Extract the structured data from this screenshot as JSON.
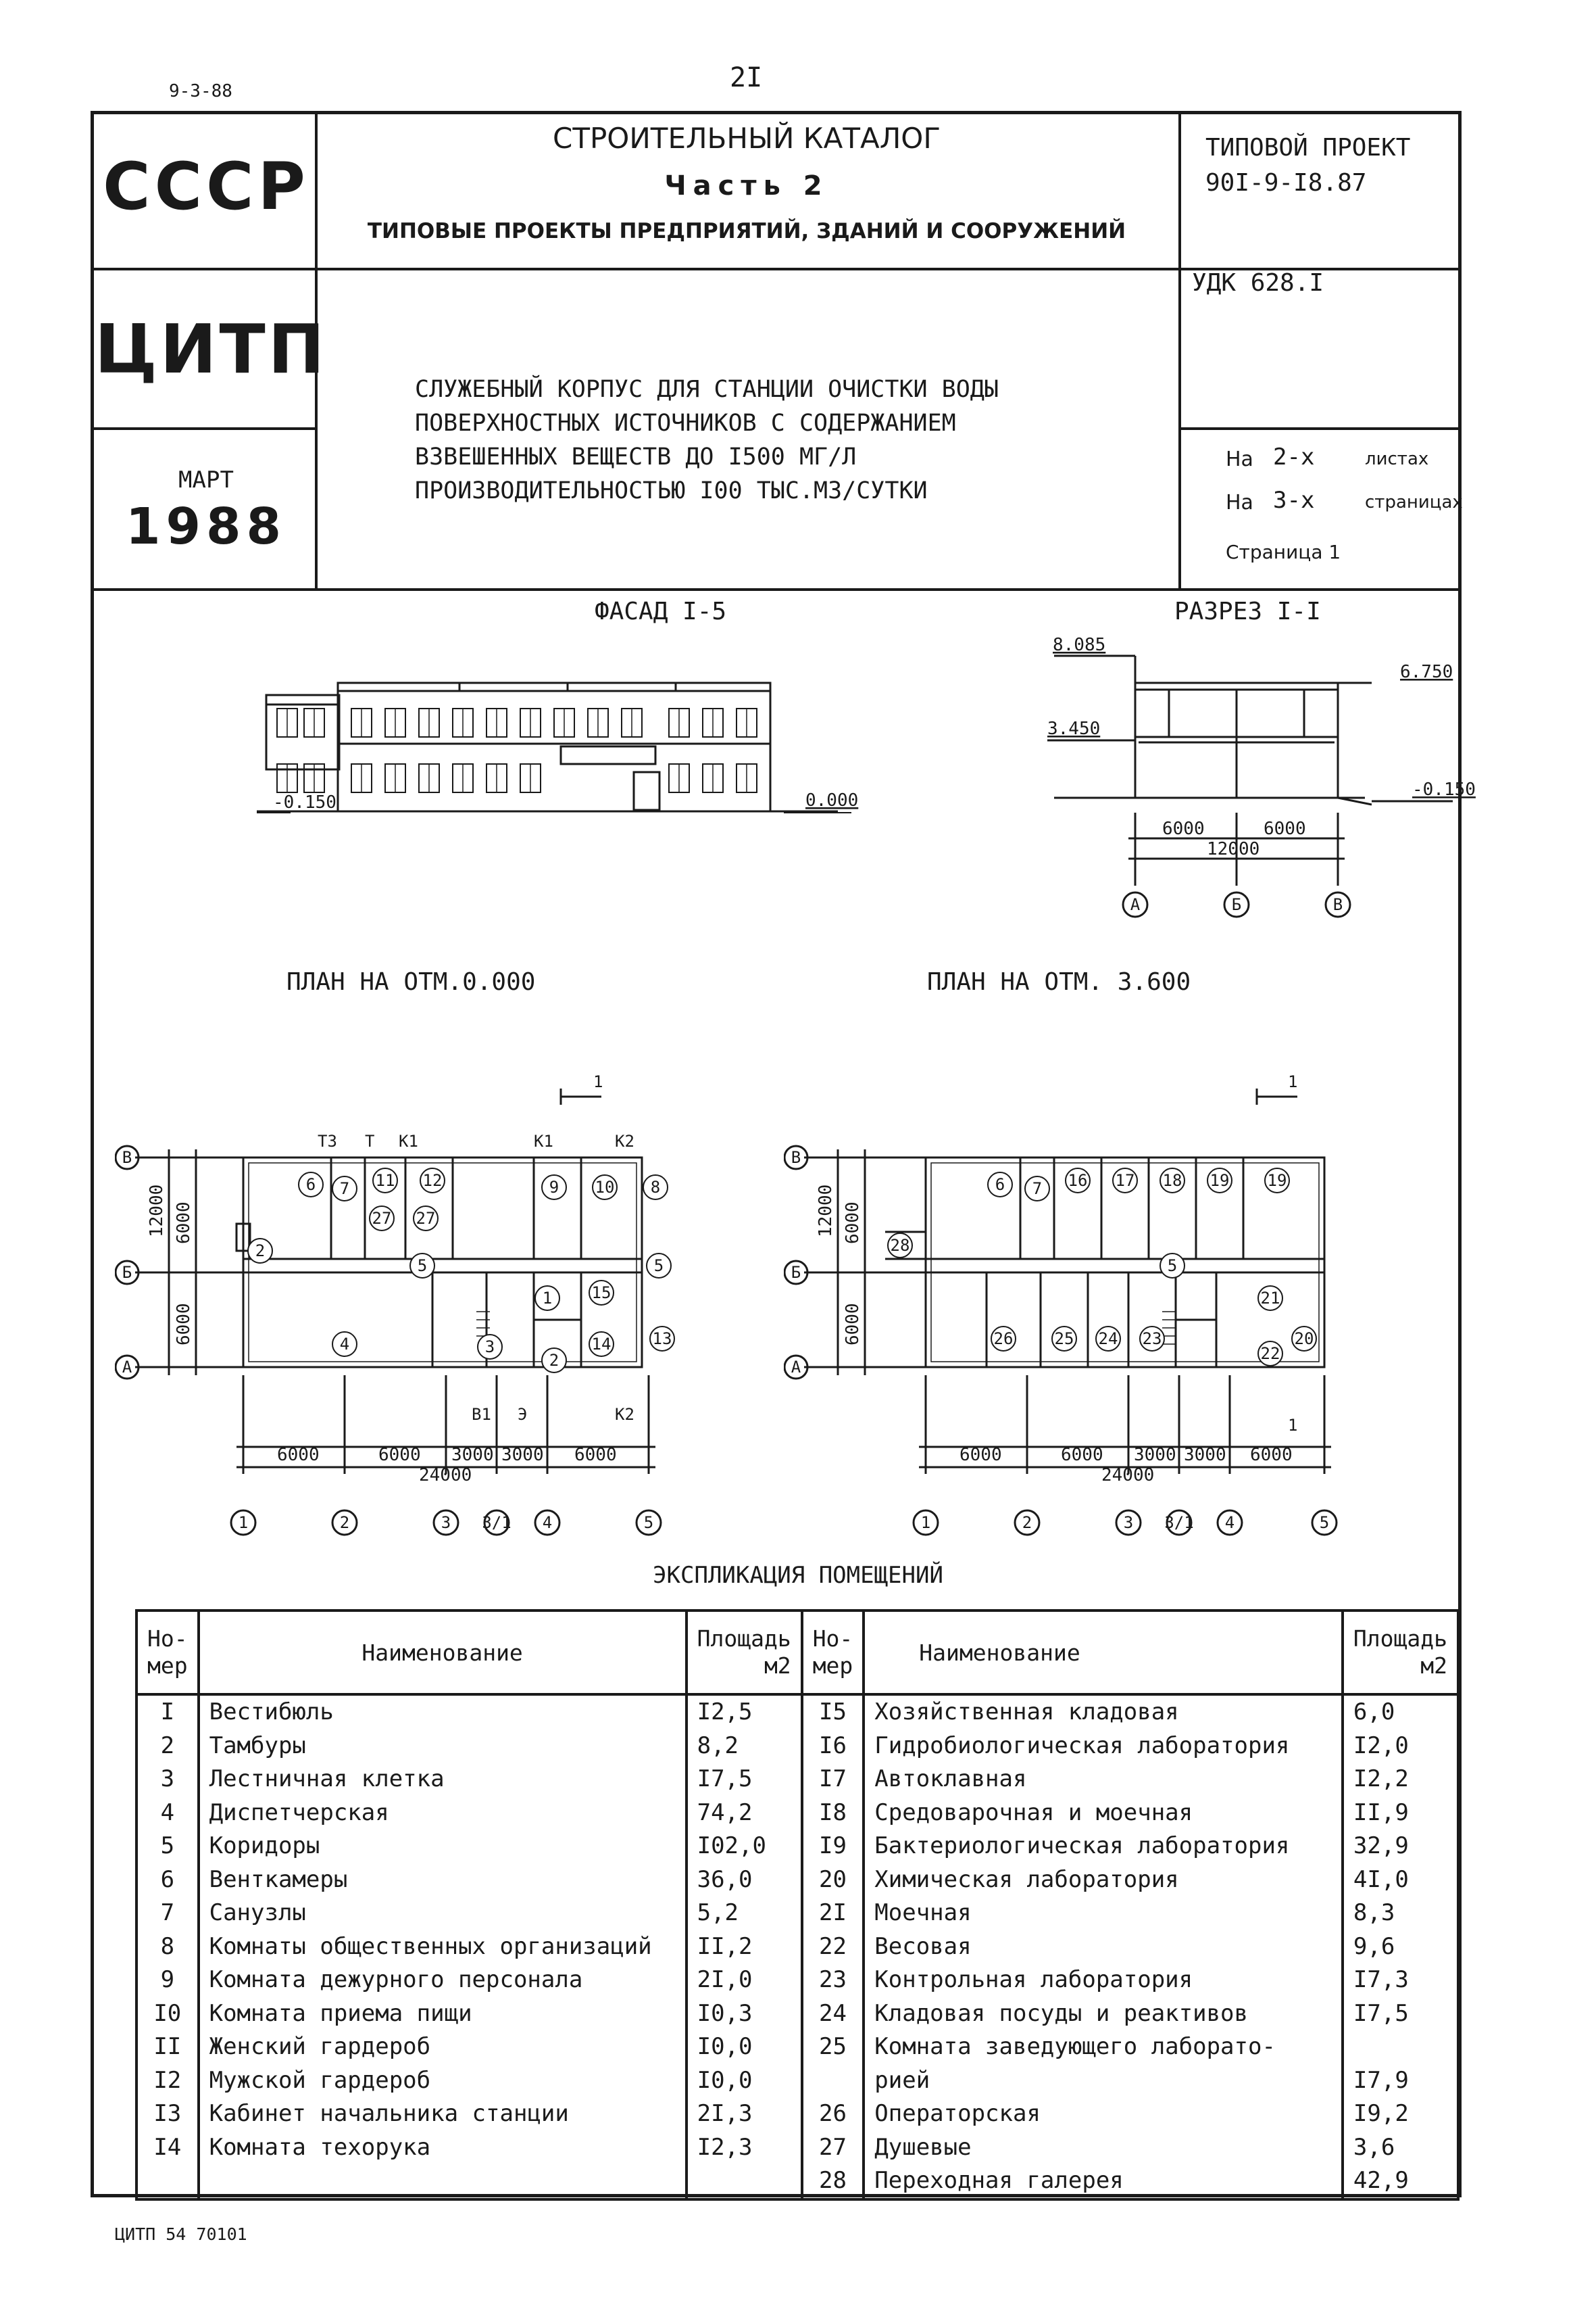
{
  "page": {
    "number": "2I",
    "date_mark": "9-3-88",
    "footer_code": "ЦИТП 54 70101"
  },
  "stamp": {
    "country": "СССР",
    "org": "ЦИТП",
    "month": "МАРТ",
    "year": "1988"
  },
  "catalog": {
    "title": "СТРОИТЕЛЬНЫЙ КАТАЛОГ",
    "part": "Часть 2",
    "subtitle": "ТИПОВЫЕ ПРОЕКТЫ ПРЕДПРИЯТИЙ, ЗДАНИЙ И СООРУЖЕНИЙ"
  },
  "project": {
    "label": "ТИПОВОЙ ПРОЕКТ",
    "code": "90I-9-I8.87",
    "udk": "УДК 628.I"
  },
  "description": [
    "СЛУЖЕБНЫЙ КОРПУС ДЛЯ СТАНЦИИ ОЧИСТКИ ВОДЫ",
    "ПОВЕРХНОСТНЫХ ИСТОЧНИКОВ С СОДЕРЖАНИЕМ",
    "ВЗВЕШЕННЫХ ВЕЩЕСТВ ДО I500 МГ/Л",
    "ПРОИЗВОДИТЕЛЬНОСТЬЮ I00 ТЫС.М3/СУТКИ"
  ],
  "sheets": {
    "on": "На",
    "sheets_count": "2-х",
    "sheets_word": "листах",
    "pages_count": "3-х",
    "pages_word": "страницах",
    "page_label": "Страница 1"
  },
  "drawings": {
    "facade_title": "ФАСАД I-5",
    "section_title": "РАЗРЕЗ I-I",
    "plan1_title": "ПЛАН НА ОТМ.0.000",
    "plan2_title": "ПЛАН НА ОТМ. 3.600",
    "facade_marks": {
      "left": "-0.150",
      "right": "0.000"
    },
    "section_marks": {
      "top_left": "8.085",
      "top_right": "6.750",
      "mid": "3.450",
      "bottom": "-0.150"
    },
    "section_dims": [
      "6000",
      "6000",
      "12000"
    ],
    "section_axes": [
      "А",
      "Б",
      "В"
    ],
    "plan_dims": [
      "6000",
      "6000",
      "3000",
      "3000",
      "6000"
    ],
    "plan_total": "24000",
    "plan_side_dims": [
      "12000",
      "6000",
      "6000"
    ],
    "plan_axes": [
      "1",
      "2",
      "3",
      "3/1",
      "4",
      "5"
    ],
    "plan_row_axes": [
      "В",
      "Б",
      "А"
    ],
    "section_mark_label": "1",
    "plan1_network_labels": [
      "Т3",
      "Т",
      "К1",
      "К1",
      "К2",
      "В1",
      "Э",
      "К2"
    ],
    "plan1_rooms": [
      "6",
      "7",
      "11",
      "12",
      "27",
      "27",
      "9",
      "10",
      "8",
      "2",
      "5",
      "5",
      "4",
      "1",
      "15",
      "3",
      "14",
      "13",
      "2"
    ],
    "plan2_rooms": [
      "6",
      "7",
      "16",
      "17",
      "18",
      "19",
      "19",
      "28",
      "5",
      "21",
      "26",
      "25",
      "24",
      "23",
      "22",
      "20"
    ]
  },
  "explication": {
    "title": "ЭКСПЛИКАЦИЯ ПОМЕЩЕНИЙ",
    "header": {
      "num": "Но-\nмер",
      "name": "Наименование",
      "area": "Площадь\nм2"
    },
    "left": [
      {
        "num": "I",
        "name": "Вестибюль",
        "area": "I2,5"
      },
      {
        "num": "2",
        "name": "Тамбуры",
        "area": "8,2"
      },
      {
        "num": "3",
        "name": "Лестничная клетка",
        "area": "I7,5"
      },
      {
        "num": "4",
        "name": "Диспетчерская",
        "area": "74,2"
      },
      {
        "num": "5",
        "name": "Коридоры",
        "area": "I02,0"
      },
      {
        "num": "6",
        "name": "Венткамеры",
        "area": "36,0"
      },
      {
        "num": "7",
        "name": "Санузлы",
        "area": "5,2"
      },
      {
        "num": "8",
        "name": "Комнаты общественных организаций",
        "area": "II,2"
      },
      {
        "num": "9",
        "name": "Комната дежурного персонала",
        "area": "2I,0"
      },
      {
        "num": "I0",
        "name": "Комната приема пищи",
        "area": "I0,3"
      },
      {
        "num": "II",
        "name": "Женский гардероб",
        "area": "I0,0"
      },
      {
        "num": "I2",
        "name": "Мужской гардероб",
        "area": "I0,0"
      },
      {
        "num": "I3",
        "name": "Кабинет начальника станции",
        "area": "2I,3"
      },
      {
        "num": "I4",
        "name": "Комната техорука",
        "area": "I2,3"
      }
    ],
    "right": [
      {
        "num": "I5",
        "name": "Хозяйственная кладовая",
        "area": "6,0"
      },
      {
        "num": "I6",
        "name": "Гидробиологическая лаборатория",
        "area": "I2,0"
      },
      {
        "num": "I7",
        "name": "Автоклавная",
        "area": "I2,2"
      },
      {
        "num": "I8",
        "name": "Средоварочная и моечная",
        "area": "II,9"
      },
      {
        "num": "I9",
        "name": "Бактериологическая лаборатория",
        "area": "32,9"
      },
      {
        "num": "20",
        "name": "Химическая лаборатория",
        "area": "4I,0"
      },
      {
        "num": "2I",
        "name": "Моечная",
        "area": "8,3"
      },
      {
        "num": "22",
        "name": "Весовая",
        "area": "9,6"
      },
      {
        "num": "23",
        "name": "Контрольная лаборатория",
        "area": "I7,3"
      },
      {
        "num": "24",
        "name": "Кладовая посуды и реактивов",
        "area": "I7,5"
      },
      {
        "num": "25",
        "name": "Комната заведующего лаборато-",
        "area": ""
      },
      {
        "num": "",
        "name": "рией",
        "area": "I7,9"
      },
      {
        "num": "26",
        "name": "Операторская",
        "area": "I9,2"
      },
      {
        "num": "27",
        "name": "Душевые",
        "area": "3,6"
      },
      {
        "num": "28",
        "name": "Переходная галерея",
        "area": "42,9"
      }
    ]
  }
}
